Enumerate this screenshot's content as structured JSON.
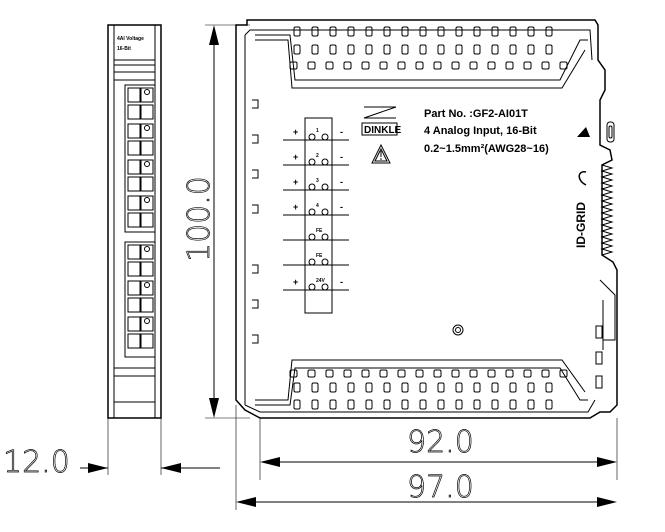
{
  "side_view": {
    "label_line1": "4AI Voltage",
    "label_line2": "16-Bit"
  },
  "front_view": {
    "brand": "DINKLE",
    "part_no": "Part No. :GF2-AI01T",
    "description": "4 Analog Input, 16-Bit",
    "wire_spec": "0.2~1.5mm²(AWG28~16)",
    "series_logo": "ID-GRID",
    "terminal_labels": [
      "1",
      "2",
      "3",
      "4",
      "FE",
      "FE",
      "24V"
    ],
    "plus_sign": "+",
    "minus_sign": "-"
  },
  "dimensions": {
    "height": "100.0",
    "width_side": "12.0",
    "width_body": "92.0",
    "width_total": "97.0"
  }
}
